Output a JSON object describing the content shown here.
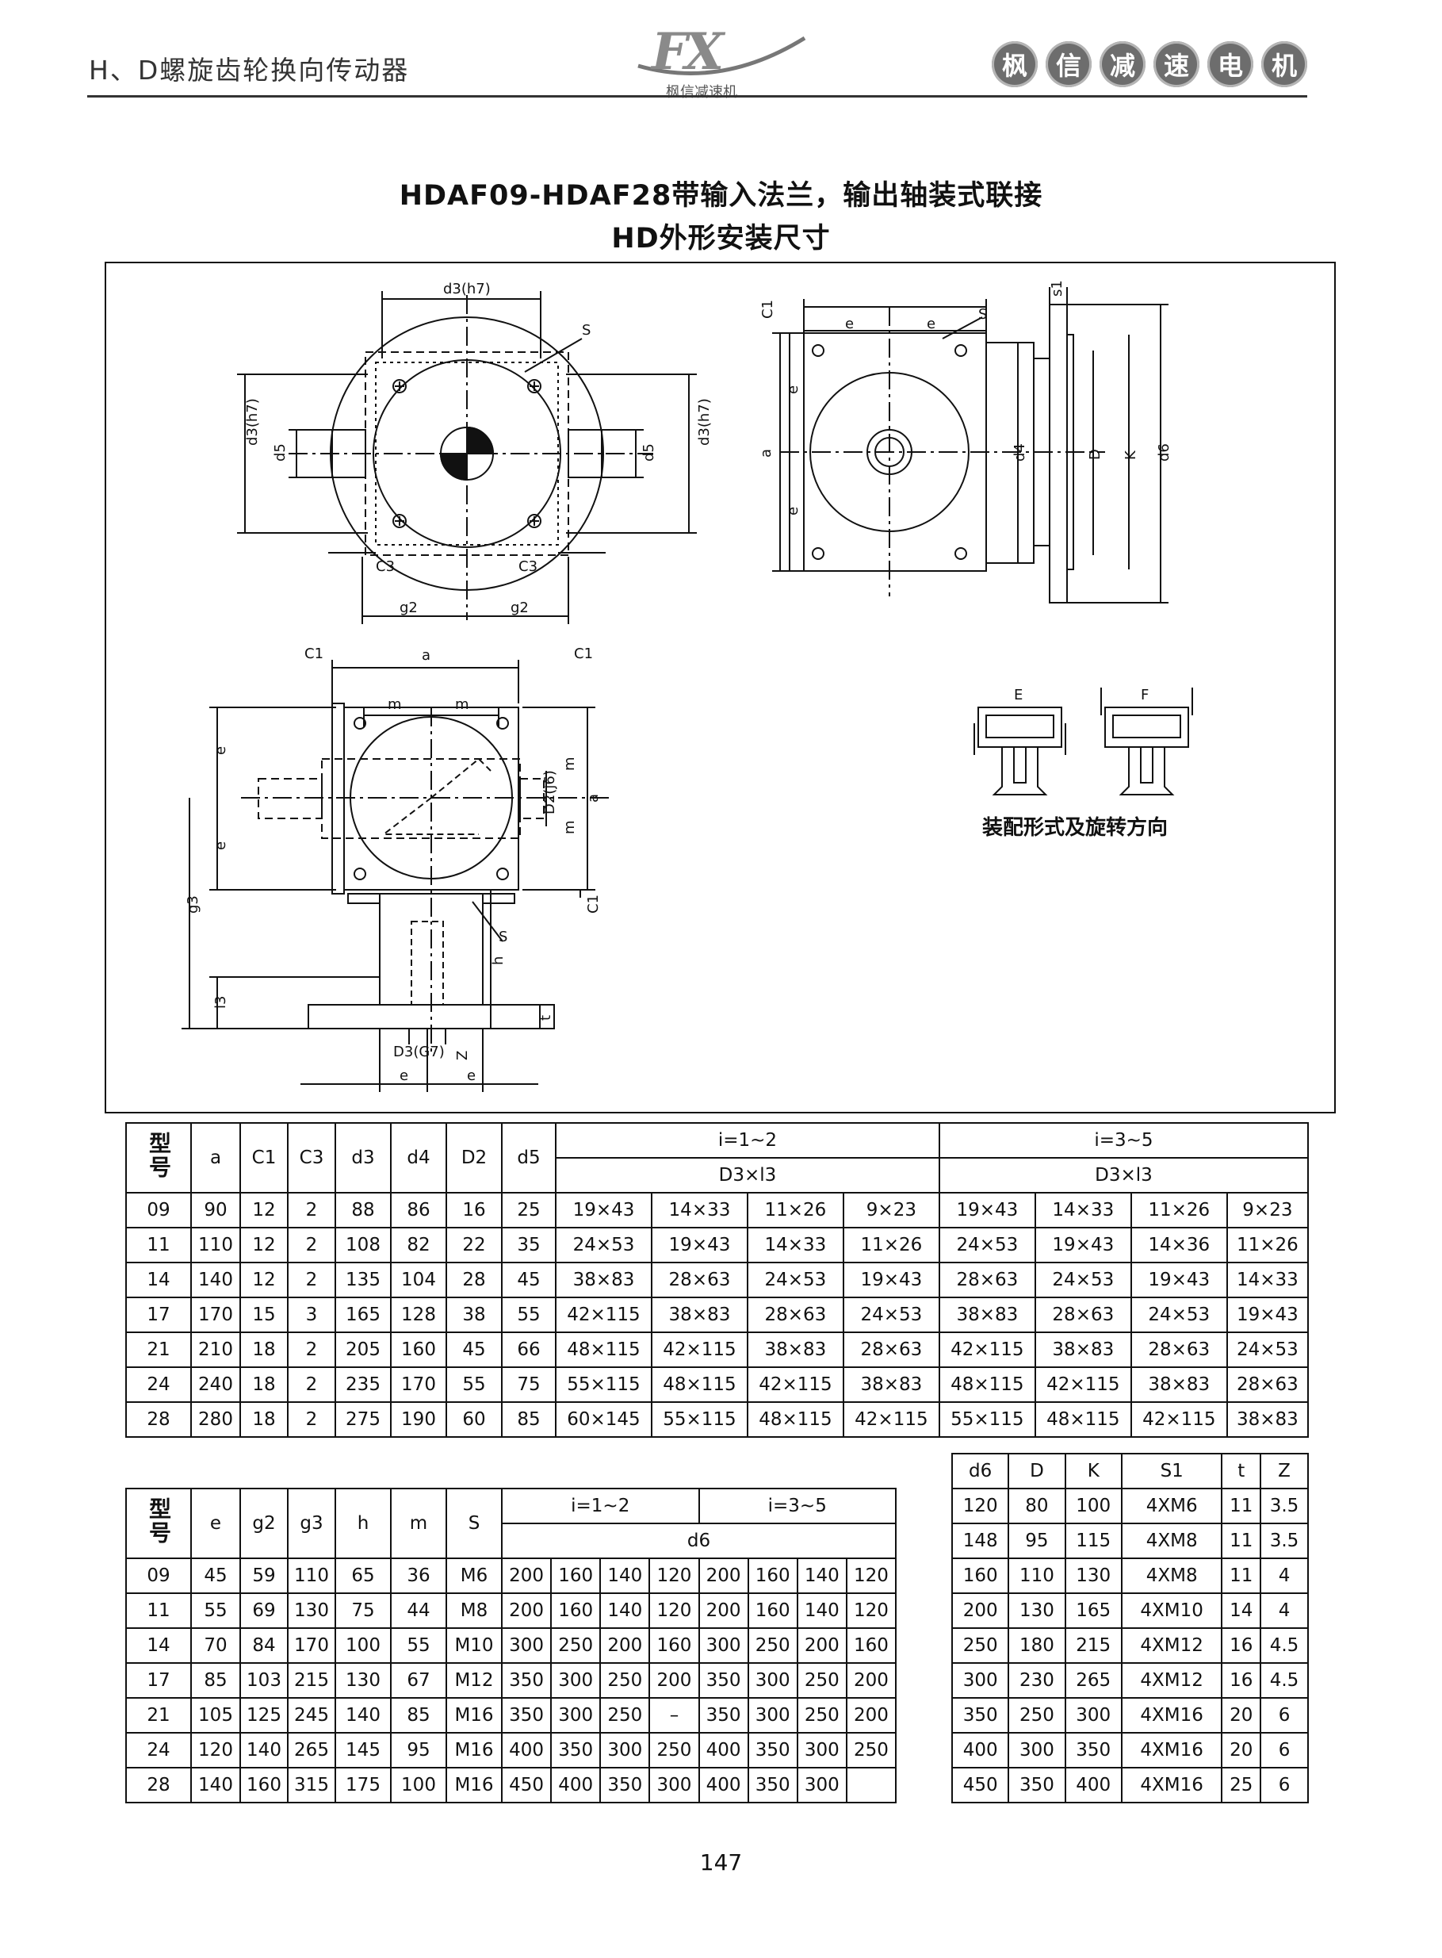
{
  "header": {
    "left": "H、D螺旋齿轮换向传动器",
    "logo": "FX",
    "logo_sub": "枫信减速机",
    "brand": [
      "枫",
      "信",
      "减",
      "速",
      "电",
      "机"
    ]
  },
  "title": {
    "line1": "HDAF09-HDAF28带输入法兰，输出轴装式联接",
    "line2": "HD外形安装尺寸"
  },
  "drawing": {
    "assembly_label": "装配形式及旋转方向",
    "mount_e": "E",
    "mount_f": "F"
  },
  "table1": {
    "col_type": "型号",
    "headers": [
      "a",
      "C1",
      "C3",
      "d3",
      "d4",
      "D2",
      "d5"
    ],
    "group1": "i=1~2",
    "group2": "i=3~5",
    "sub": "D3×l3",
    "rows": [
      [
        "09",
        "90",
        "12",
        "2",
        "88",
        "86",
        "16",
        "25",
        "19×43",
        "14×33",
        "11×26",
        "9×23",
        "19×43",
        "14×33",
        "11×26",
        "9×23"
      ],
      [
        "11",
        "110",
        "12",
        "2",
        "108",
        "82",
        "22",
        "35",
        "24×53",
        "19×43",
        "14×33",
        "11×26",
        "24×53",
        "19×43",
        "14×36",
        "11×26"
      ],
      [
        "14",
        "140",
        "12",
        "2",
        "135",
        "104",
        "28",
        "45",
        "38×83",
        "28×63",
        "24×53",
        "19×43",
        "28×63",
        "24×53",
        "19×43",
        "14×33"
      ],
      [
        "17",
        "170",
        "15",
        "3",
        "165",
        "128",
        "38",
        "55",
        "42×115",
        "38×83",
        "28×63",
        "24×53",
        "38×83",
        "28×63",
        "24×53",
        "19×43"
      ],
      [
        "21",
        "210",
        "18",
        "2",
        "205",
        "160",
        "45",
        "66",
        "48×115",
        "42×115",
        "38×83",
        "28×63",
        "42×115",
        "38×83",
        "28×63",
        "24×53"
      ],
      [
        "24",
        "240",
        "18",
        "2",
        "235",
        "170",
        "55",
        "75",
        "55×115",
        "48×115",
        "42×115",
        "38×83",
        "48×115",
        "42×115",
        "38×83",
        "28×63"
      ],
      [
        "28",
        "280",
        "18",
        "2",
        "275",
        "190",
        "60",
        "85",
        "60×145",
        "55×115",
        "48×115",
        "42×115",
        "55×115",
        "48×115",
        "42×115",
        "38×83"
      ]
    ]
  },
  "table2": {
    "col_type": "型号",
    "headers": [
      "e",
      "g2",
      "g3",
      "h",
      "m",
      "S"
    ],
    "group1": "i=1~2",
    "group2": "i=3~5",
    "sub": "d6",
    "rows": [
      [
        "09",
        "45",
        "59",
        "110",
        "65",
        "36",
        "M6",
        "200",
        "160",
        "140",
        "120",
        "200",
        "160",
        "140",
        "120"
      ],
      [
        "11",
        "55",
        "69",
        "130",
        "75",
        "44",
        "M8",
        "200",
        "160",
        "140",
        "120",
        "200",
        "160",
        "140",
        "120"
      ],
      [
        "14",
        "70",
        "84",
        "170",
        "100",
        "55",
        "M10",
        "300",
        "250",
        "200",
        "160",
        "300",
        "250",
        "200",
        "160"
      ],
      [
        "17",
        "85",
        "103",
        "215",
        "130",
        "67",
        "M12",
        "350",
        "300",
        "250",
        "200",
        "350",
        "300",
        "250",
        "200"
      ],
      [
        "21",
        "105",
        "125",
        "245",
        "140",
        "85",
        "M16",
        "350",
        "300",
        "250",
        "–",
        "350",
        "300",
        "250",
        "200"
      ],
      [
        "24",
        "120",
        "140",
        "265",
        "145",
        "95",
        "M16",
        "400",
        "350",
        "300",
        "250",
        "400",
        "350",
        "300",
        "250"
      ],
      [
        "28",
        "140",
        "160",
        "315",
        "175",
        "100",
        "M16",
        "450",
        "400",
        "350",
        "300",
        "400",
        "350",
        "300",
        ""
      ]
    ]
  },
  "table3": {
    "headers": [
      "d6",
      "D",
      "K",
      "S1",
      "t",
      "Z"
    ],
    "rows": [
      [
        "120",
        "80",
        "100",
        "4XM6",
        "11",
        "3.5"
      ],
      [
        "148",
        "95",
        "115",
        "4XM8",
        "11",
        "3.5"
      ],
      [
        "160",
        "110",
        "130",
        "4XM8",
        "11",
        "4"
      ],
      [
        "200",
        "130",
        "165",
        "4XM10",
        "14",
        "4"
      ],
      [
        "250",
        "180",
        "215",
        "4XM12",
        "16",
        "4.5"
      ],
      [
        "300",
        "230",
        "265",
        "4XM12",
        "16",
        "4.5"
      ],
      [
        "350",
        "250",
        "300",
        "4XM16",
        "20",
        "6"
      ],
      [
        "400",
        "300",
        "350",
        "4XM16",
        "20",
        "6"
      ],
      [
        "450",
        "350",
        "400",
        "4XM16",
        "25",
        "6"
      ]
    ]
  },
  "page_number": "147"
}
